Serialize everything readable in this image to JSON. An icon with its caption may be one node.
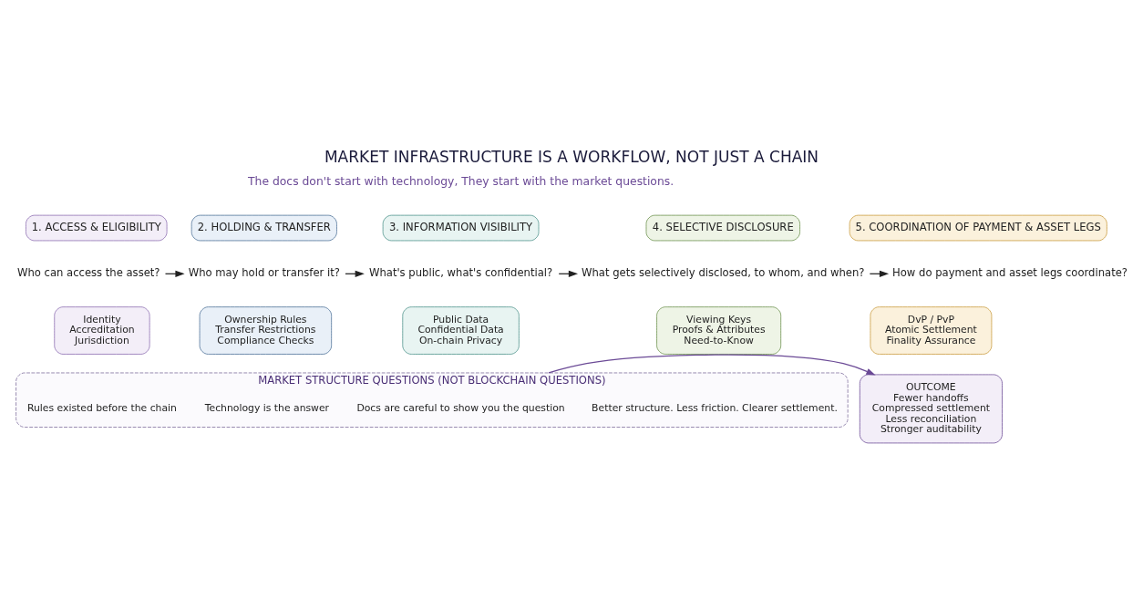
{
  "diagram": {
    "title": "MARKET INFRASTRUCTURE IS A WORKFLOW, NOT JUST A CHAIN",
    "nodes": [
      {
        "text": [
          "1. ACCESS & ELIGIBILITY"
        ]
      },
      {
        "text": [
          "Who can access the asset?"
        ]
      },
      {
        "text": [
          "Identity",
          "Accreditation",
          "Jurisdiction"
        ]
      },
      {
        "text": [
          "2. HOLDING & TRANSFER"
        ]
      },
      {
        "text": [
          "Who may hold or transfer it?"
        ]
      },
      {
        "text": [
          "Ownership Rules",
          "Transfer Restrictions",
          "Compliance Checks"
        ]
      },
      {
        "text": [
          "3. INFORMATION VISIBILITY"
        ]
      },
      {
        "text": [
          "What's public, what's confidential?"
        ]
      },
      {
        "text": [
          "Public Data",
          "Confidential Data",
          "On-chain Privacy"
        ]
      },
      {
        "text": [
          "4. SELECTIVE DISCLOSURE"
        ]
      },
      {
        "text": [
          "What gets selectively disclosed, to whom, and when?"
        ]
      },
      {
        "text": [
          "Viewing Keys",
          "Proofs & Attributes",
          "Need-to-Know"
        ]
      },
      {
        "text": [
          "5. COORDINATION OF PAYMENT & ASSET LEGS"
        ]
      },
      {
        "text": [
          "How do payment and asset legs coordinate?"
        ]
      },
      {
        "text": [
          "DvP / PvP",
          "Atomic Settlement",
          "Finality Assurance"
        ]
      },
      {
        "text": [
          "MARKET STRUCTURE QUESTIONS (NOT BLOCKCHAIN QUESTIONS)"
        ]
      },
      {
        "text": [
          "Rules existed before the chain"
        ],
        "in": 15
      },
      {
        "text": [
          "Technology is the answer"
        ],
        "in": 15
      },
      {
        "text": [
          "Docs are careful to show you the question"
        ],
        "in": 15
      },
      {
        "text": [
          "Better structure. Less friction. Clearer settlement."
        ],
        "in": 15
      },
      {
        "text": [
          "OUTCOME",
          "Fewer handoffs",
          "Compressed settlement",
          "Less reconciliation",
          "Stronger auditability"
        ]
      }
    ],
    "edges": [
      {
        "from": 1,
        "to": 4,
        "arrow": "to"
      },
      {
        "from": 4,
        "to": 7,
        "arrow": "to"
      },
      {
        "from": 7,
        "to": 10,
        "arrow": "to"
      },
      {
        "from": 10,
        "to": 13,
        "arrow": "to"
      },
      {
        "from": 15,
        "to": 20,
        "arrow": "to",
        "color": "#6b4a96"
      }
    ],
    "labels": [
      "The docs don't start with technology, They start with the market questions."
    ]
  }
}
